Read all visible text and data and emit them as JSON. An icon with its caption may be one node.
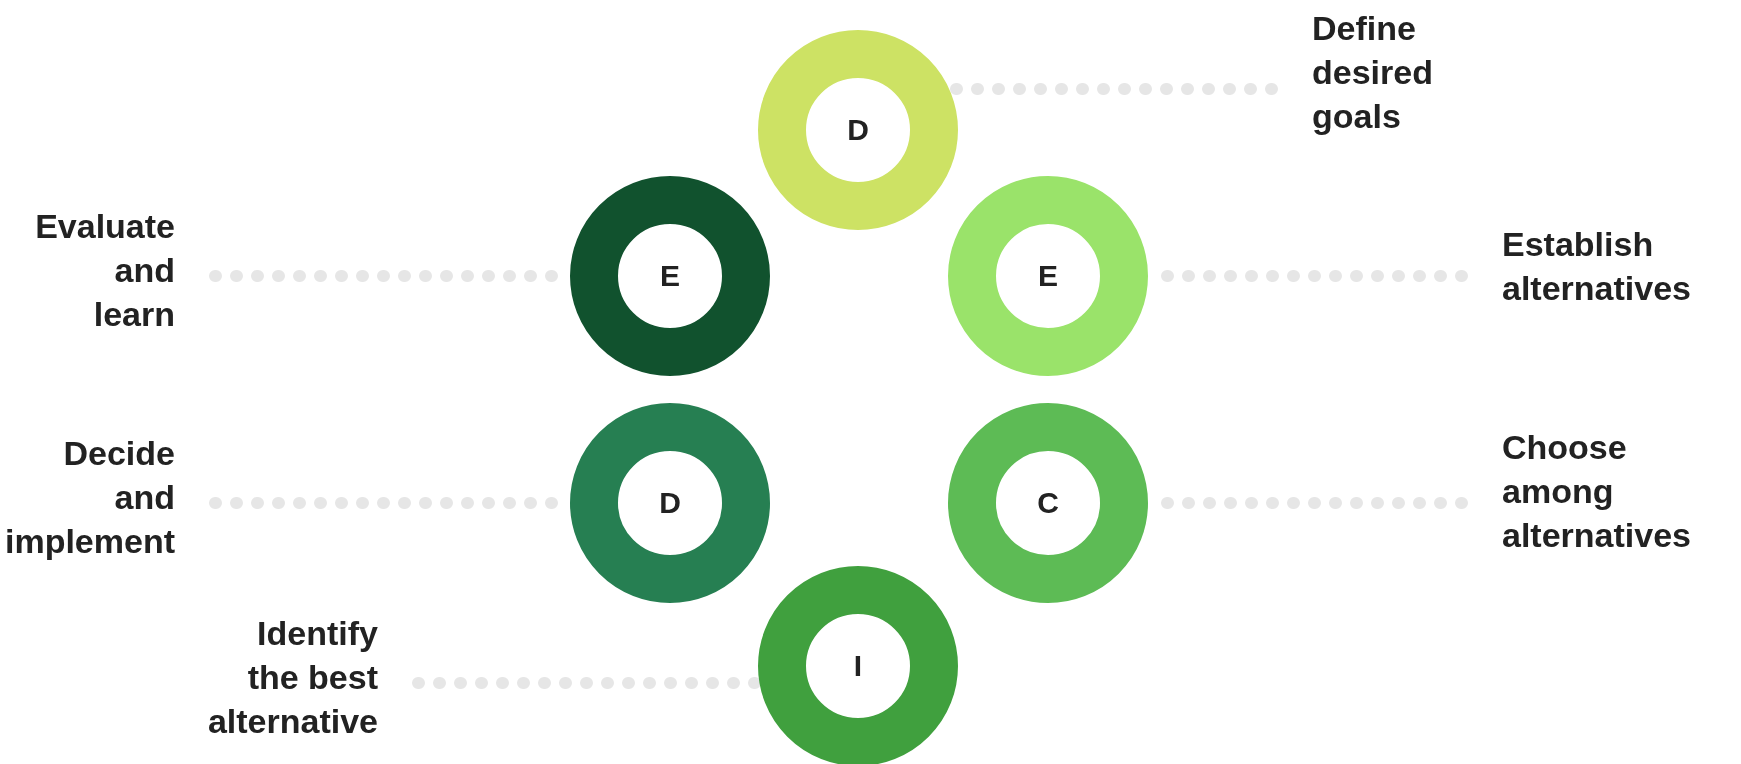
{
  "diagram": {
    "nodes": [
      {
        "text": [
          "D"
        ]
      },
      {
        "text": [
          "Define desired goals"
        ]
      },
      {
        "text": [
          "Evaluate and learn"
        ]
      },
      {
        "text": [
          "E"
        ]
      },
      {
        "text": [
          "E"
        ]
      },
      {
        "text": [
          "Establish alternatives"
        ]
      },
      {
        "text": [
          "Decide and implement"
        ]
      },
      {
        "text": [
          "D"
        ]
      },
      {
        "text": [
          "C"
        ]
      },
      {
        "text": [
          "Choose among alternatives"
        ]
      },
      {
        "text": [
          "Identify the best alternative"
        ]
      },
      {
        "text": [
          "I"
        ]
      }
    ],
    "edges": [
      {
        "from": 1,
        "to": 0,
        "arrow": "none"
      },
      {
        "from": 2,
        "to": 3,
        "arrow": "none"
      },
      {
        "from": 5,
        "to": 4,
        "arrow": "none"
      },
      {
        "from": 6,
        "to": 7,
        "arrow": "none"
      },
      {
        "from": 9,
        "to": 8,
        "arrow": "none"
      },
      {
        "from": 10,
        "to": 11,
        "arrow": "none"
      }
    ]
  }
}
